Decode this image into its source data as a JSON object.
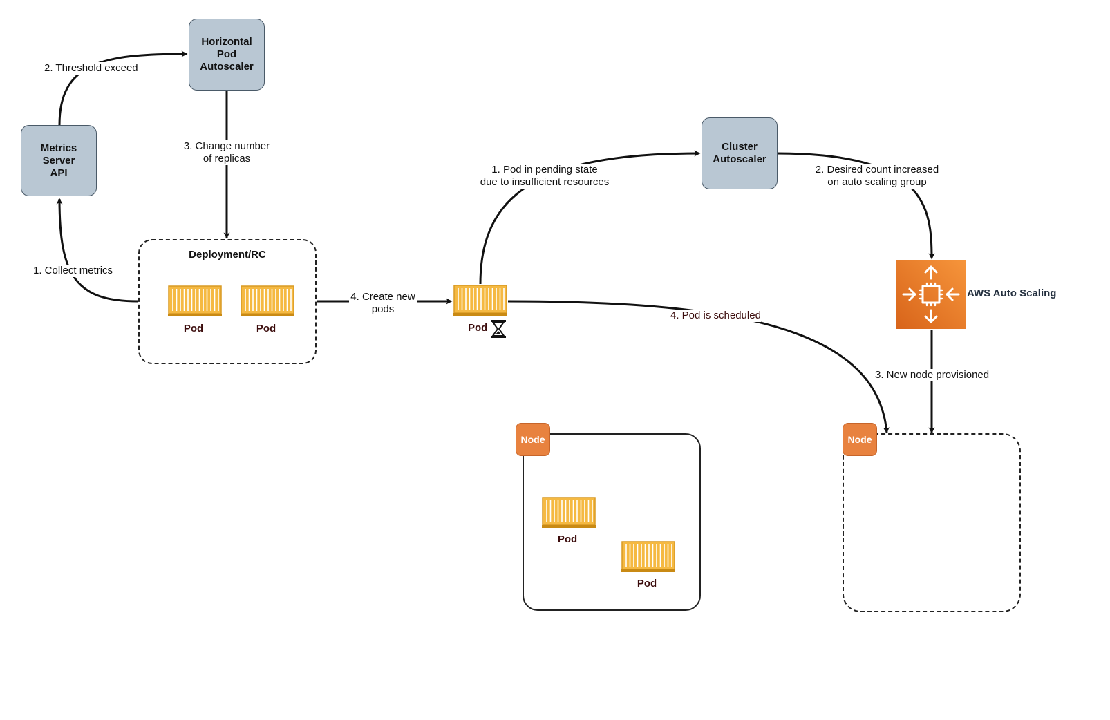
{
  "boxes": {
    "hpa": "Horizontal\nPod\nAutoscaler",
    "metrics": "Metrics\nServer\nAPI",
    "cluster_autoscaler": "Cluster\nAutoscaler"
  },
  "deployment": {
    "title": "Deployment/RC",
    "pods": [
      "Pod",
      "Pod"
    ]
  },
  "pending_pod": {
    "label": "Pod"
  },
  "aws_asg": {
    "label": "AWS Auto Scaling"
  },
  "node_left": {
    "badge": "Node",
    "pods": [
      "Pod",
      "Pod"
    ]
  },
  "node_right": {
    "badge": "Node"
  },
  "edge_labels": {
    "threshold": "2. Threshold exceed",
    "change_replicas": "3. Change number\nof replicas",
    "collect_metrics": "1. Collect metrics",
    "create_pods": "4. Create new\npods",
    "pending": "1. Pod in pending state\ndue to insufficient resources",
    "desired_count": "2. Desired count increased\non auto scaling group",
    "scheduled": "4. Pod is scheduled",
    "new_node": "3. New node provisioned"
  },
  "colors": {
    "box_fill": "#b9c7d3",
    "pod_fill": "#f5b942",
    "node_badge": "#e8823f",
    "asg_fill": "#e8782c"
  }
}
